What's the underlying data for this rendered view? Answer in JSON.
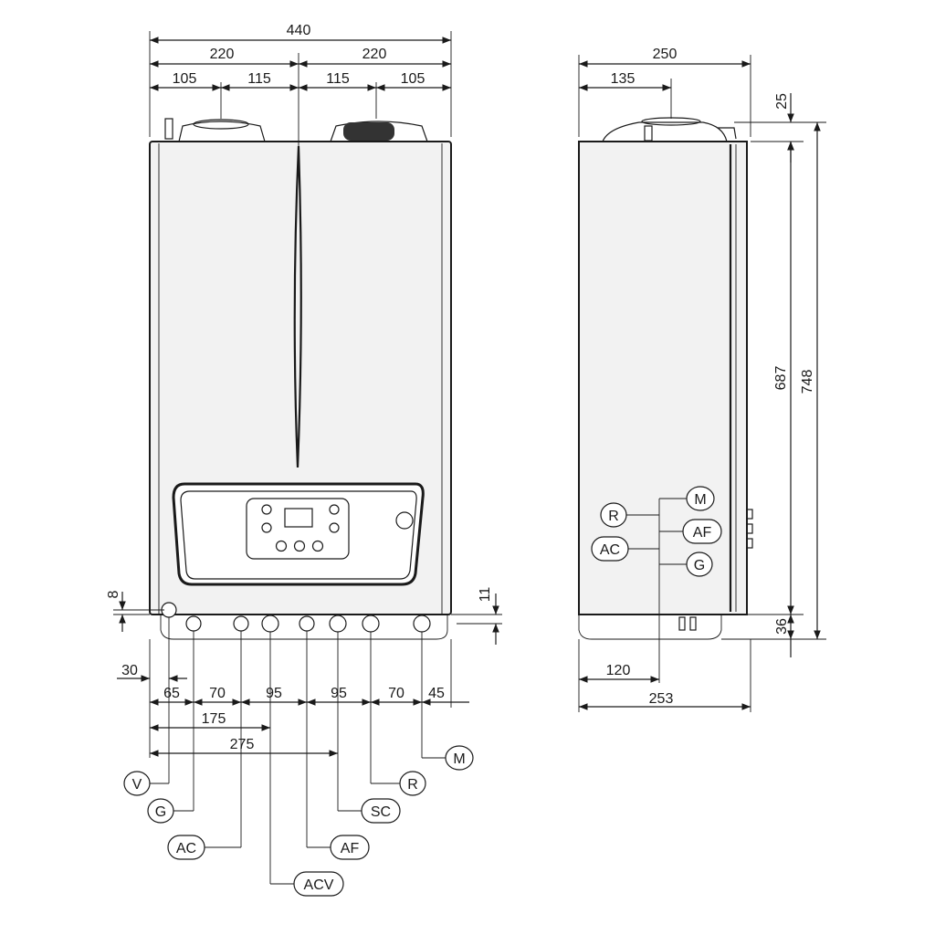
{
  "front_view": {
    "overall_width": "440",
    "half_left": "220",
    "half_right": "220",
    "segments_top": [
      "105",
      "115",
      "115",
      "105"
    ],
    "offset_8": "8",
    "offset_11": "11",
    "offset_30": "30",
    "bottom_row": [
      "65",
      "70",
      "95",
      "95",
      "70",
      "45"
    ],
    "dim_175": "175",
    "dim_275": "275",
    "connections": [
      "V",
      "G",
      "AC",
      "ACV",
      "AF",
      "SC",
      "R",
      "M"
    ]
  },
  "side_view": {
    "depth_250": "250",
    "depth_135": "135",
    "top_25": "25",
    "height_687": "687",
    "height_748": "748",
    "bottom_36": "36",
    "depth_120": "120",
    "depth_253": "253",
    "connections": [
      "M",
      "R",
      "AF",
      "AC",
      "G"
    ]
  }
}
